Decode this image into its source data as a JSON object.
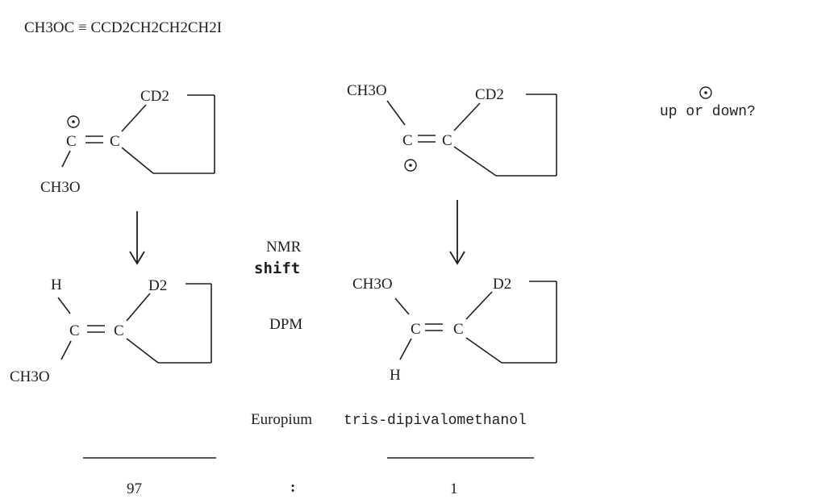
{
  "formula": {
    "top": "CH3OC ≡ CCD2CH2CH2CH2I"
  },
  "radical_left": {
    "ring_label": "CD2",
    "carbon": "C",
    "substituent": "CH3O"
  },
  "radical_right": {
    "substituent": "CH3O",
    "ring_label": "CD2",
    "carbon": "C"
  },
  "question": {
    "text": "up or down?"
  },
  "center_labels": {
    "nmr": "NMR",
    "shift": "shift",
    "dpm": "DPM"
  },
  "product_left": {
    "top_substituent": "H",
    "ring_label": "D2",
    "carbon": "C",
    "bottom_substituent": "CH3O"
  },
  "product_right": {
    "top_substituent": "CH3O",
    "ring_label": "D2",
    "carbon": "C",
    "bottom_substituent": "H"
  },
  "reagent": {
    "line1": "Europium",
    "line2": "tris-dipivalomethanol"
  },
  "ratio": {
    "left": "97",
    "separator": ":",
    "right": "1"
  }
}
